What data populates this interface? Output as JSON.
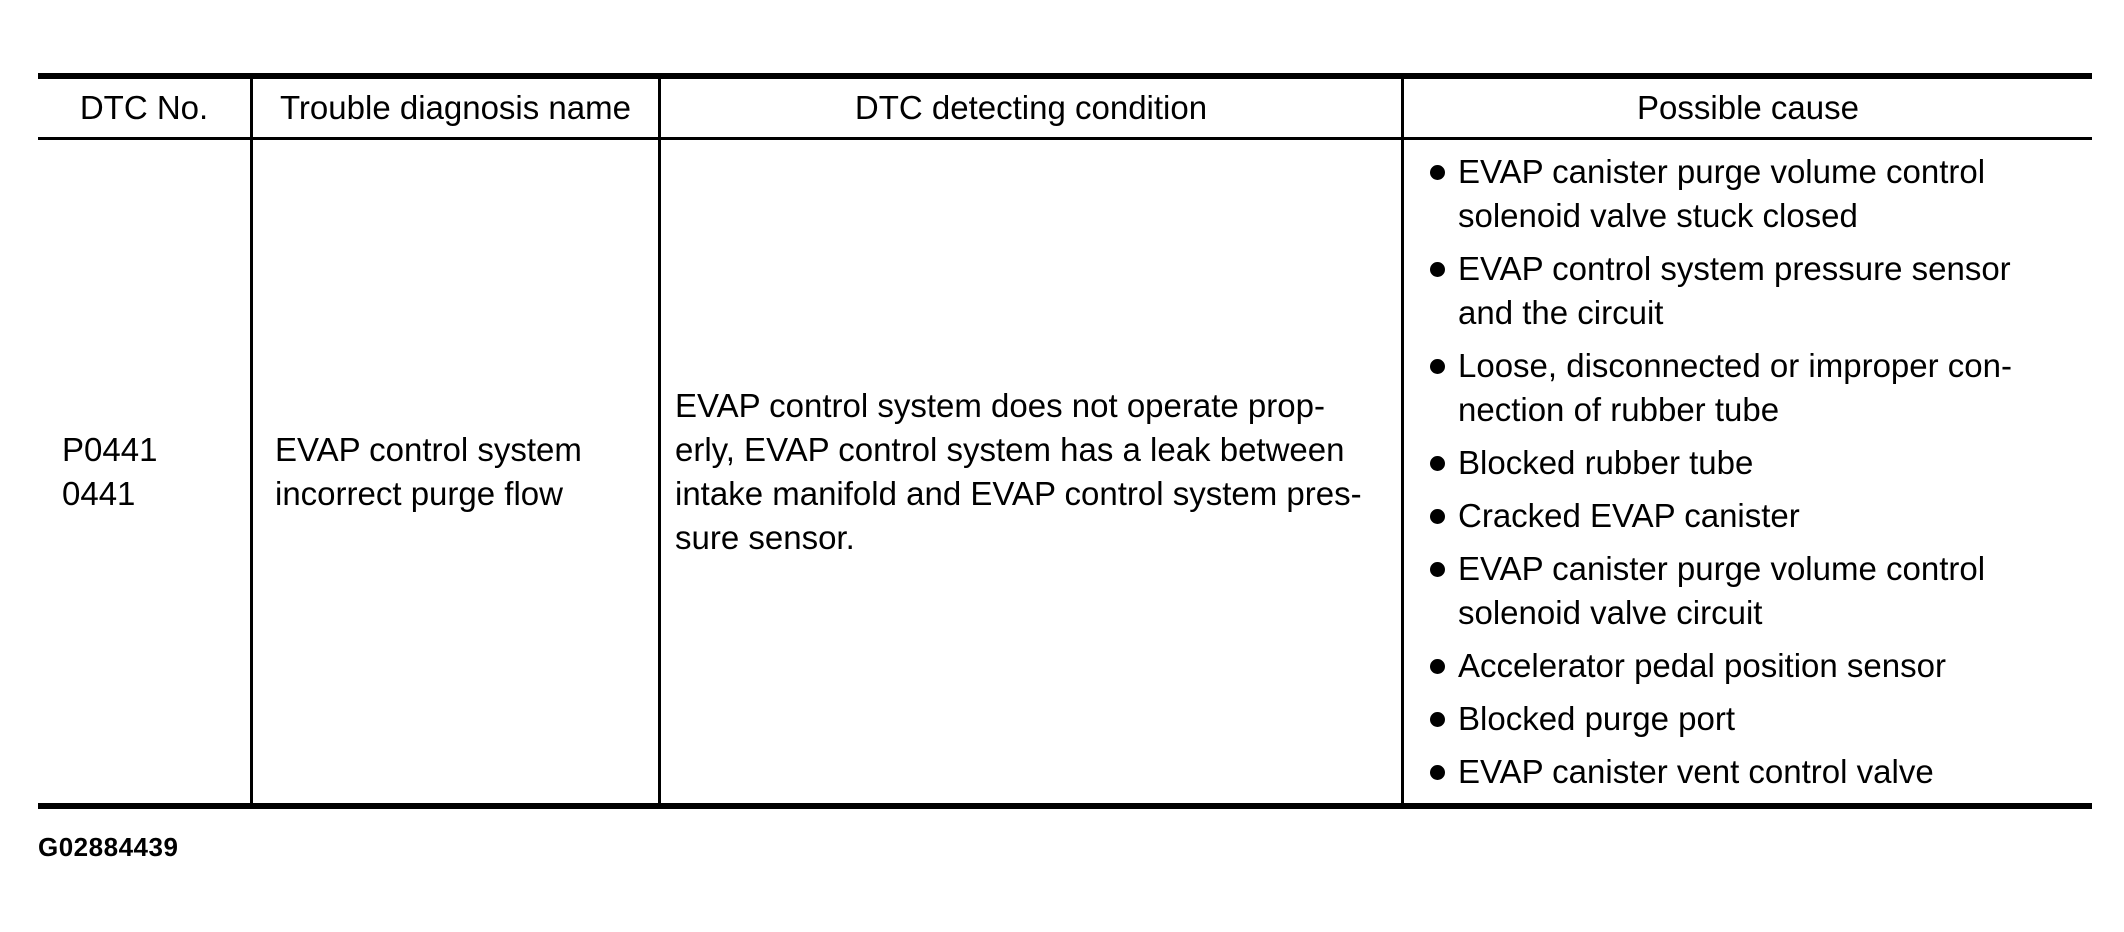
{
  "document": {
    "figure_id": "G02884439"
  },
  "table": {
    "headers": [
      "DTC No.",
      "Trouble diagnosis name",
      "DTC detecting condition",
      "Possible cause"
    ],
    "row": {
      "dtc_no": [
        "P0441",
        "0441"
      ],
      "trouble_diagnosis_name": [
        "EVAP control system",
        "incorrect purge flow"
      ],
      "dtc_detecting_condition": [
        "EVAP control system does not operate prop-",
        "erly, EVAP control system has a leak between",
        "intake manifold and EVAP control system pres-",
        "sure sensor."
      ],
      "possible_causes": [
        [
          "EVAP canister purge volume control",
          "solenoid valve stuck closed"
        ],
        [
          "EVAP control system pressure sensor",
          "and the circuit"
        ],
        [
          "Loose, disconnected or improper con-",
          "nection of rubber tube"
        ],
        [
          "Blocked rubber tube"
        ],
        [
          "Cracked EVAP canister"
        ],
        [
          "EVAP canister purge volume control",
          "solenoid valve circuit"
        ],
        [
          "Accelerator pedal position sensor"
        ],
        [
          "Blocked purge port"
        ],
        [
          "EVAP canister vent control valve"
        ]
      ]
    }
  },
  "colors": {
    "background": "#ffffff",
    "text": "#000000",
    "border": "#000000"
  }
}
